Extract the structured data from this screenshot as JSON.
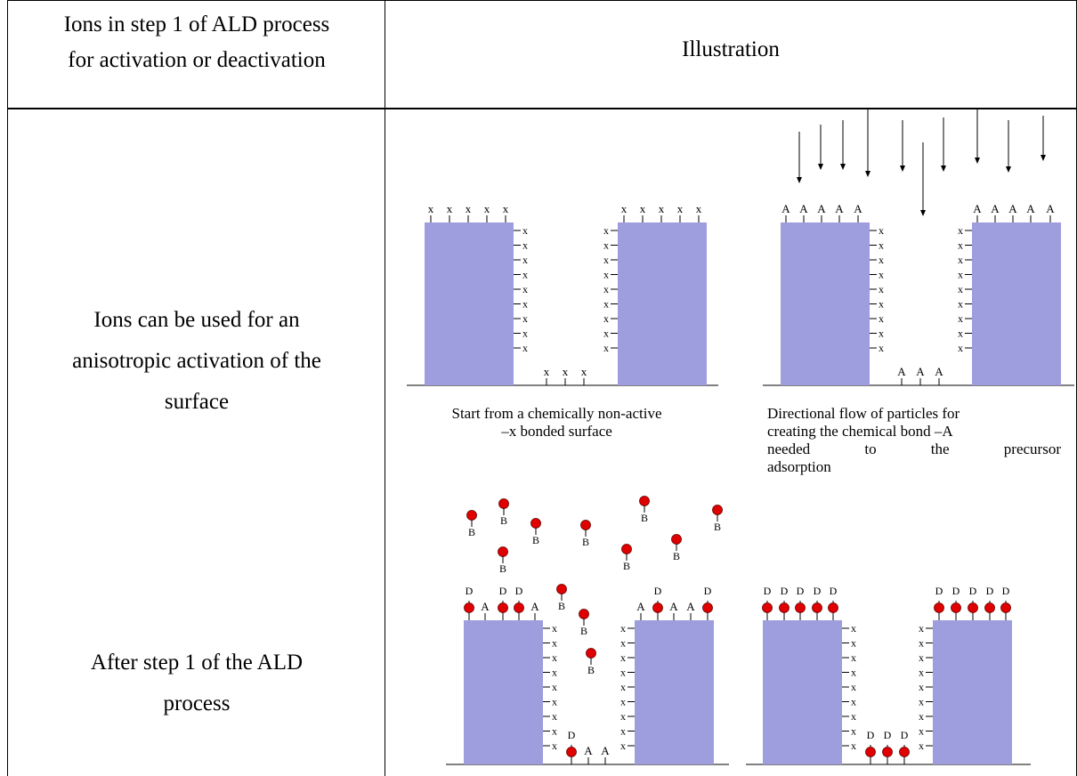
{
  "table": {
    "header_left": "Ions in step 1 of ALD process for activation or deactivation",
    "header_left_lines": [
      "Ions in step 1 of ALD process",
      "for activation or deactivation"
    ],
    "header_right": "Illustration",
    "row1_text_lines": [
      "Ions can be used for an",
      "anisotropic activation of the",
      "surface"
    ],
    "row2_text_lines": [
      "After step 1 of the ALD",
      "process"
    ]
  },
  "captions": {
    "start_surface": [
      "Start from a chemically non-active",
      "–x bonded surface"
    ],
    "directional_flow": [
      "Directional flow of particles for",
      "creating the chemical bond –A",
      "needed to the precursor",
      "adsorption"
    ]
  },
  "labels": {
    "x": "x",
    "A": "A",
    "B": "B",
    "D": "D"
  },
  "colors": {
    "block": "#9e9ede",
    "particle": "#e00000",
    "border": "#000000"
  }
}
